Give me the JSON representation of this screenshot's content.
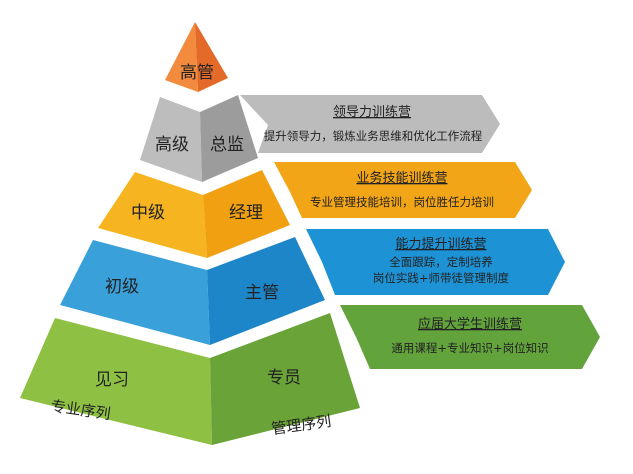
{
  "pyramid": {
    "tier1": {
      "label": "高管",
      "colors": [
        "#f28b3e",
        "#e36a28"
      ]
    },
    "tier2": {
      "left": "高级",
      "right": "总监",
      "colors": [
        "#bdbdbd",
        "#9c9c9c"
      ]
    },
    "tier3": {
      "left": "中级",
      "right": "经理",
      "colors": [
        "#f6b520",
        "#f0a011"
      ]
    },
    "tier4": {
      "left": "初级",
      "right": "主管",
      "colors": [
        "#3aa0da",
        "#1d86c9"
      ]
    },
    "tier5": {
      "left": "见习",
      "right": "专员",
      "colors": [
        "#8dc043",
        "#6aa338"
      ]
    }
  },
  "sequences": {
    "professional": "专业序列",
    "management": "管理序列"
  },
  "camps": [
    {
      "title": "领导力训练营",
      "lines": [
        "提升领导力，锻炼业务思维和优化工作流程"
      ],
      "color": "#bcbcbc"
    },
    {
      "title": "业务技能训练营",
      "lines": [
        "专业管理技能培训，岗位胜任力培训"
      ],
      "color": "#f2a516"
    },
    {
      "title": "能力提升训练营",
      "lines": [
        "全面跟踪，定制培养",
        "岗位实践+师带徒管理制度"
      ],
      "color": "#1d93d6"
    },
    {
      "title": "应届大学生训练营",
      "lines": [
        "通用课程+专业知识+岗位知识"
      ],
      "color": "#62a33c"
    }
  ]
}
